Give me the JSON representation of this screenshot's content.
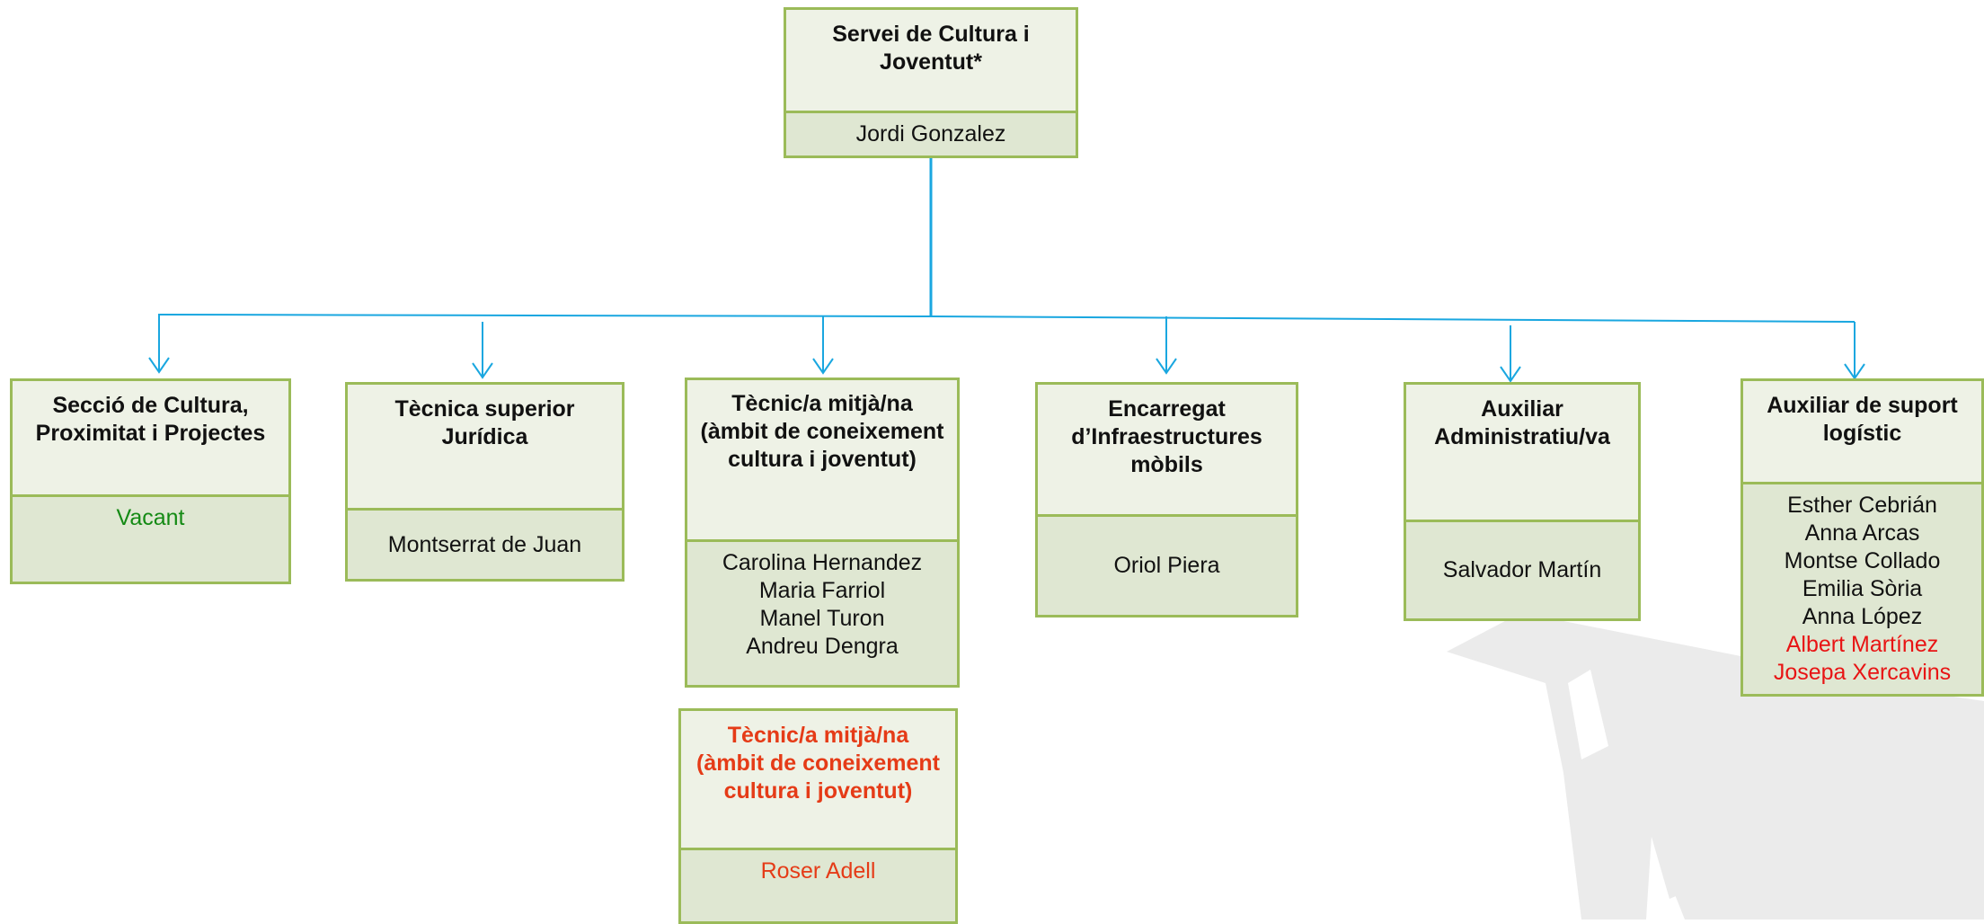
{
  "colors": {
    "border": "#9bbb59",
    "header_fill": "#eef2e6",
    "body_fill": "#dfe7d2",
    "connector": "#1aa7e0",
    "watermark": "#ebebeb",
    "vacant_text": "#148a14",
    "highlight_text": "#e53b17",
    "new_person_text": "#e81414"
  },
  "top": {
    "title": "Servei de Cultura i Joventut*",
    "person": "Jordi Gonzalez"
  },
  "units": [
    {
      "title": "Secció de Cultura, Proximitat i Projectes",
      "people": [
        "Vacant"
      ]
    },
    {
      "title": "Tècnica superior Jurídica",
      "people": [
        "Montserrat de Juan"
      ]
    },
    {
      "title": "Tècnic/a mitjà/na (àmbit de coneixement cultura i joventut)",
      "people": [
        "Carolina Hernandez",
        "Maria Farriol",
        "Manel Turon",
        "Andreu Dengra"
      ]
    },
    {
      "title": "Encarregat d’Infraestructures mòbils",
      "people": [
        "Oriol Piera"
      ]
    },
    {
      "title": "Auxiliar Administratiu/va",
      "people": [
        "Salvador Martín"
      ]
    },
    {
      "title": "Auxiliar de suport logístic",
      "people": [
        "Esther Cebrián",
        "Anna Arcas",
        "Montse Collado",
        "Emilia Sòria",
        "Anna López",
        "Albert Martínez",
        "Josepa Xercavins"
      ]
    }
  ],
  "extra": {
    "title": "Tècnic/a mitjà/na (àmbit de coneixement cultura i joventut)",
    "person": "Roser Adell"
  }
}
